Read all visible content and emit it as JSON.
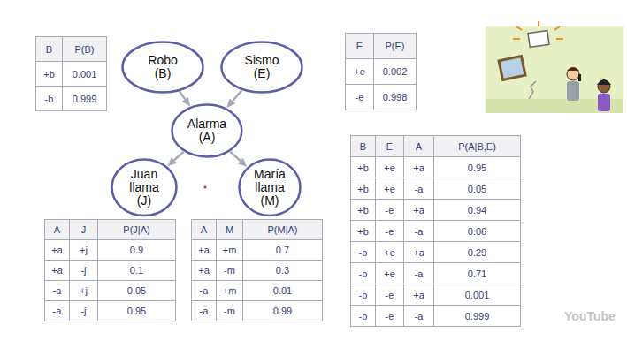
{
  "diagram": {
    "nodes": [
      {
        "text": [
          "Robo (B)"
        ]
      },
      {
        "text": [
          "Sismo (E)"
        ]
      },
      {
        "text": [
          "Alarma (A)"
        ]
      },
      {
        "text": [
          "Juan llama (J)"
        ]
      },
      {
        "text": [
          "María llama (M)"
        ]
      }
    ],
    "edges": [
      {
        "from": 0,
        "to": 2,
        "arrow": "to"
      },
      {
        "from": 1,
        "to": 2,
        "arrow": "to"
      },
      {
        "from": 2,
        "to": 3,
        "arrow": "to"
      },
      {
        "from": 2,
        "to": 4,
        "arrow": "to"
      }
    ],
    "labels": [
      "B",
      "P(B)",
      "+b",
      "0.001",
      "-b",
      "0.999",
      "E",
      "P(E)",
      "+e",
      "0.002",
      "-e",
      "0.998",
      "A",
      "J",
      "P(J|A)",
      "+a",
      "+j",
      "0.9",
      "+a",
      "-j",
      "0.1",
      "-a",
      "+j",
      "0.05",
      "-a",
      "-j",
      "0.95",
      "A",
      "M",
      "P(M|A)",
      "+a",
      "+m",
      "0.7",
      "+a",
      "-m",
      "0.3",
      "-a",
      "+m",
      "0.01",
      "-a",
      "-m",
      "0.99",
      "B",
      "E",
      "A",
      "P(A|B,E)",
      "+b",
      "+e",
      "+a",
      "0.95",
      "+b",
      "+e",
      "-a",
      "0.05",
      "+b",
      "-e",
      "+a",
      "0.94",
      "+b",
      "-e",
      "-a",
      "0.06",
      "-b",
      "+e",
      "+a",
      "0.29",
      "-b",
      "+e",
      "-a",
      "0.71",
      "-b",
      "-e",
      "+a",
      "0.001",
      "-b",
      "-e",
      "-a",
      "0.999",
      "YouTube"
    ]
  }
}
